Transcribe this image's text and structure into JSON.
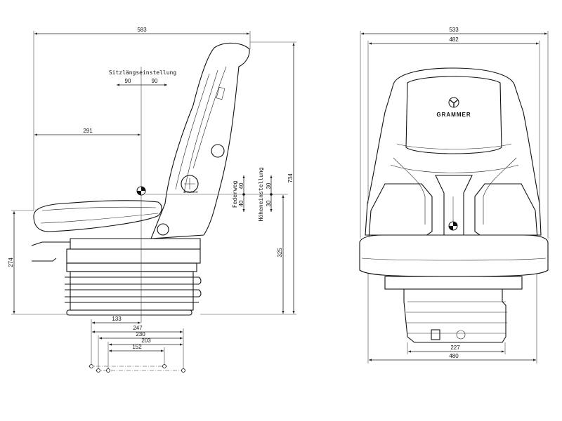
{
  "side_view": {
    "overall_length": "583",
    "to_reference_point": "291",
    "fore_aft_label": "Sitzlängseinstellung",
    "fore_aft_back": "90",
    "fore_aft_forward": "90",
    "suspension_label": "Federweg",
    "suspension_up": "40",
    "suspension_down": "40",
    "height_adjust_label": "Höheneinstellung",
    "height_up": "30",
    "height_down": "30",
    "overall_height": "734",
    "ref_point_height": "325",
    "base_height": "274",
    "rail_offset": "133",
    "hole_span_1": "247",
    "hole_span_2": "230",
    "hole_span_3": "203",
    "hole_span_4": "152",
    "brand_small": "GRAMMER"
  },
  "front_view": {
    "overall_width": "533",
    "backrest_width": "482",
    "base_width_inner": "227",
    "base_width_outer": "480",
    "brand": "GRAMMER"
  }
}
